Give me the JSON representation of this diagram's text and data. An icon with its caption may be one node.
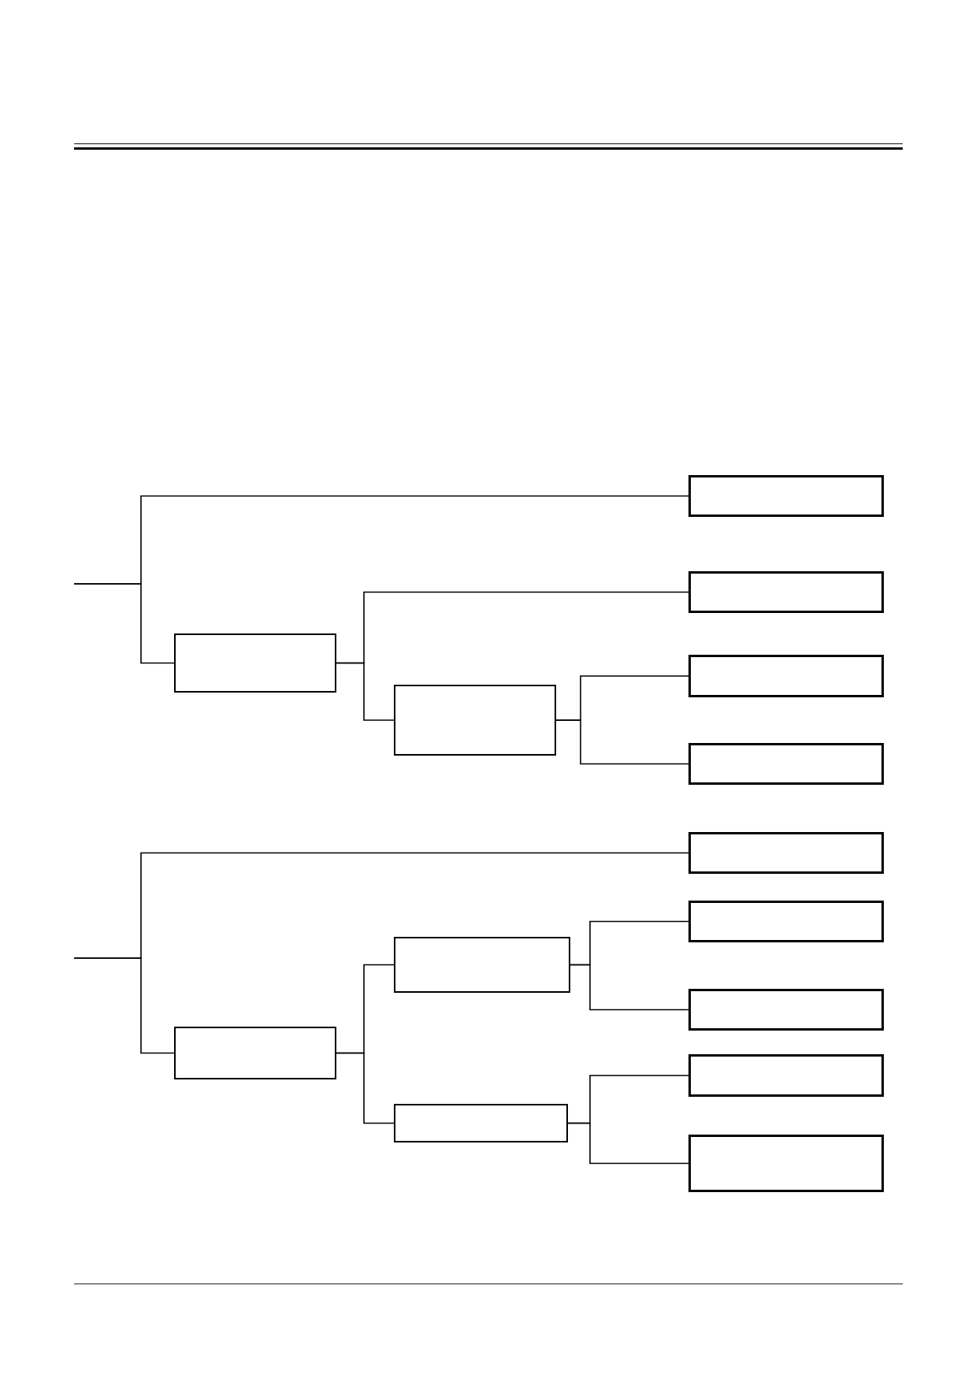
{
  "diagram": {
    "nodes": [
      {
        "text": [],
        "shape": "box"
      },
      {
        "text": [],
        "shape": "box"
      },
      {
        "text": [],
        "shape": "box"
      },
      {
        "text": [],
        "shape": "box"
      },
      {
        "text": [],
        "shape": "box"
      },
      {
        "text": [],
        "shape": "box"
      },
      {
        "text": [],
        "shape": "box"
      },
      {
        "text": [],
        "shape": "box"
      },
      {
        "text": [],
        "shape": "box"
      },
      {
        "text": [],
        "shape": "box"
      },
      {
        "text": [],
        "shape": "box"
      },
      {
        "text": [],
        "shape": "box"
      },
      {
        "text": [],
        "shape": "box"
      },
      {
        "text": [],
        "shape": "box"
      }
    ],
    "edges": [
      {
        "from": null,
        "to": 0,
        "arrow": "none"
      },
      {
        "from": null,
        "to": 1,
        "arrow": "none"
      },
      {
        "from": 1,
        "to": 2,
        "arrow": "none"
      },
      {
        "from": 1,
        "to": 3,
        "arrow": "none"
      },
      {
        "from": 3,
        "to": 4,
        "arrow": "none"
      },
      {
        "from": 3,
        "to": 5,
        "arrow": "none"
      },
      {
        "from": null,
        "to": 6,
        "arrow": "none"
      },
      {
        "from": null,
        "to": 7,
        "arrow": "none"
      },
      {
        "from": 7,
        "to": 8,
        "arrow": "none"
      },
      {
        "from": 7,
        "to": 11,
        "arrow": "none"
      },
      {
        "from": 8,
        "to": 9,
        "arrow": "none"
      },
      {
        "from": 8,
        "to": 10,
        "arrow": "none"
      },
      {
        "from": 11,
        "to": 12,
        "arrow": "none"
      },
      {
        "from": 11,
        "to": 13,
        "arrow": "none"
      }
    ]
  }
}
